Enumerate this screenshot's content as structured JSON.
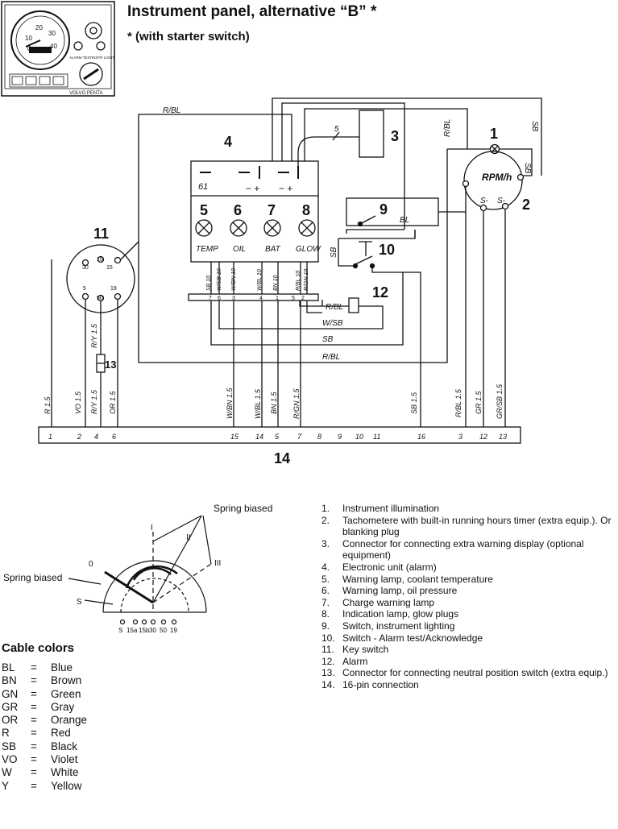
{
  "header": {
    "title": "Instrument panel, alternative “B” *",
    "subtitle": "* (with starter switch)"
  },
  "thumbnail": {
    "gauge_ticks": [
      "10",
      "20",
      "30",
      "40",
      "0"
    ],
    "brand": "VOLVO PENTA",
    "button_labels": [
      "ALARM TEST",
      "INSTR LIGHT"
    ]
  },
  "components": {
    "num_1": "1",
    "num_2": "2",
    "num_3": "3",
    "num_4": "4",
    "num_5": "5",
    "num_6": "6",
    "num_7": "7",
    "num_8": "8",
    "num_9": "9",
    "num_10": "10",
    "num_11": "11",
    "num_12": "12",
    "num_13": "13",
    "num_14": "14",
    "lamp_temp": "TEMP",
    "lamp_oil": "OIL",
    "lamp_bat": "BAT",
    "lamp_glow": "GLOW",
    "unit_61": "61",
    "rpm_label": "RPM/h",
    "rpm_s_minus": "S-",
    "ks_30": "30",
    "ks_50": "50",
    "ks_5": "5",
    "ks_19": "19",
    "ks_15": "15"
  },
  "wires": {
    "r_bl_top": "R/BL",
    "five_slash": "5",
    "sb_right1": "SB",
    "sb_right2": "SB",
    "r_bl_right": "R/BL",
    "bl_sw9": "BL",
    "sb_sw10": "SB",
    "r_bl_alarm": "R/BL",
    "w_sb": "W/SB",
    "sb_bottom": "SB",
    "r_bl_bottom": "R/BL",
    "unit_conn_labels": [
      "SB 10",
      "W/SB 10",
      "W/BN 10",
      "W/BL 10",
      "BN 10",
      "R/BL 10",
      "R/GN 10"
    ],
    "unit_conn_pins": [
      "7",
      "6",
      "3",
      "4",
      "1",
      "5",
      "2"
    ],
    "left_wire_labels": [
      "R 1.5",
      "VO 1.5",
      "R/Y 1.5",
      "OR 1.5"
    ],
    "mid_wire_labels": [
      "W/BN 1.5",
      "W/BL 1.5",
      "BN 1.5",
      "R/GN 1.5"
    ],
    "right_wire_labels": [
      "SB 1.5",
      "R/BL 1.5",
      "GR 1.5",
      "GR/SB 1.5"
    ],
    "ks_wire_ry": "R/Y 1.5"
  },
  "connector_pins": [
    "1",
    "2",
    "4",
    "6",
    "15",
    "14",
    "5",
    "7",
    "8",
    "9",
    "10",
    "11",
    "16",
    "3",
    "12",
    "13"
  ],
  "key_switch_detail": {
    "spring_biased_top": "Spring biased",
    "spring_biased_left": "Spring biased",
    "positions": [
      "0",
      "I",
      "II",
      "III",
      "S"
    ],
    "terminals": [
      "S",
      "15a",
      "15b",
      "30",
      "50",
      "19"
    ]
  },
  "cable_colors": {
    "title": "Cable colors",
    "items": [
      {
        "code": "BL",
        "name": "Blue"
      },
      {
        "code": "BN",
        "name": "Brown"
      },
      {
        "code": "GN",
        "name": "Green"
      },
      {
        "code": "GR",
        "name": "Gray"
      },
      {
        "code": "OR",
        "name": "Orange"
      },
      {
        "code": "R",
        "name": "Red"
      },
      {
        "code": "SB",
        "name": "Black"
      },
      {
        "code": "VO",
        "name": "Violet"
      },
      {
        "code": "W",
        "name": "White"
      },
      {
        "code": "Y",
        "name": "Yellow"
      }
    ]
  },
  "parts": [
    {
      "num": "1.",
      "text": "Instrument illumination"
    },
    {
      "num": "2.",
      "text": "Tachometere with built-in running hours timer (extra equip.). Or blanking plug"
    },
    {
      "num": "3.",
      "text": "Connector for connecting extra warning display (optional equipment)"
    },
    {
      "num": "4.",
      "text": "Electronic unit (alarm)"
    },
    {
      "num": "5.",
      "text": "Warning lamp, coolant temperature"
    },
    {
      "num": "6.",
      "text": "Warning lamp, oil pressure"
    },
    {
      "num": "7.",
      "text": "Charge warning lamp"
    },
    {
      "num": "8.",
      "text": "Indication lamp, glow plugs"
    },
    {
      "num": "9.",
      "text": "Switch, instrument lighting"
    },
    {
      "num": "10.",
      "text": "Switch - Alarm test/Acknowledge"
    },
    {
      "num": "11.",
      "text": "Key switch"
    },
    {
      "num": "12.",
      "text": "Alarm"
    },
    {
      "num": "13.",
      "text": "Connector for connecting neutral position switch (extra equip.)"
    },
    {
      "num": "14.",
      "text": "16-pin connection"
    }
  ],
  "colors": {
    "ink": "#111111",
    "background": "#ffffff"
  }
}
